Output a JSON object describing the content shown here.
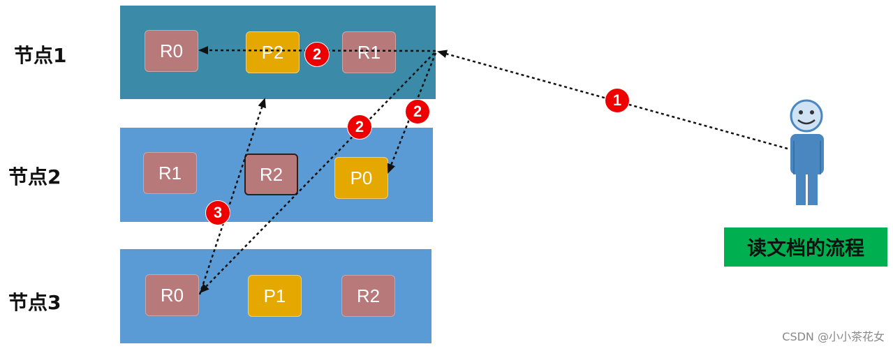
{
  "nodes": [
    {
      "label": "节点1",
      "color": "#3a8aa8",
      "shards": [
        {
          "label": "R0",
          "kind": "replica"
        },
        {
          "label": "P2",
          "kind": "primary"
        },
        {
          "label": "R1",
          "kind": "replica"
        }
      ]
    },
    {
      "label": "节点2",
      "color": "#5b9bd5",
      "shards": [
        {
          "label": "R1",
          "kind": "replica"
        },
        {
          "label": "R2",
          "kind": "replica"
        },
        {
          "label": "P0",
          "kind": "primary"
        }
      ]
    },
    {
      "label": "节点3",
      "color": "#5b9bd5",
      "shards": [
        {
          "label": "R0",
          "kind": "replica"
        },
        {
          "label": "P1",
          "kind": "primary"
        },
        {
          "label": "R2",
          "kind": "replica"
        }
      ]
    }
  ],
  "steps": [
    "1",
    "2",
    "2",
    "2",
    "3"
  ],
  "flow_title": "读文档的流程",
  "watermark": "CSDN @小小茶花女",
  "colors": {
    "replica": "#b8797a",
    "primary": "#e5a800",
    "step": "#ee0000",
    "title_bg": "#00b050",
    "person": "#4a86c0"
  },
  "icons": [
    "user-icon"
  ]
}
